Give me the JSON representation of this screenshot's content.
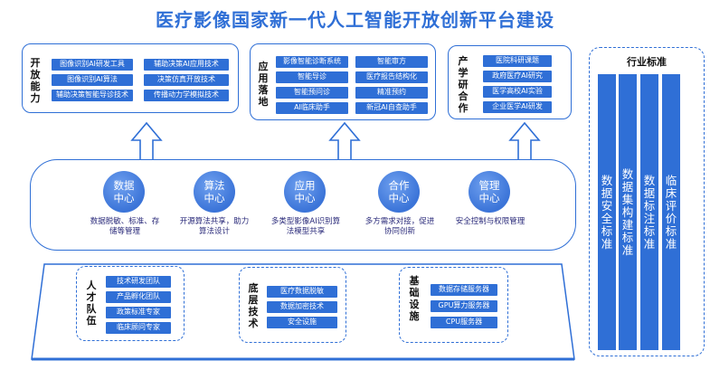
{
  "title": "医疗影像国家新一代人工智能开放创新平台建设",
  "top": {
    "open": {
      "label": "开放能力",
      "left_chips": [
        "图像识别AI研发工具",
        "图像识别AI算法",
        "辅助决策智能导诊技术"
      ],
      "right_chips": [
        "辅助决策AI应用技术",
        "决策仿真开放技术",
        "传播动力学模拟技术"
      ]
    },
    "app": {
      "label": "应用落地",
      "left_chips": [
        "影像智能诊断系统",
        "智能导诊",
        "智能预问诊",
        "AI临床助手"
      ],
      "right_chips": [
        "智能审方",
        "医疗报告结构化",
        "精准预约",
        "新冠AI自查助手"
      ]
    },
    "coop": {
      "label": "产学研合作",
      "chips": [
        "医院科研课题",
        "政府医疗AI研究",
        "医学高校AI实验",
        "企业医学AI研发"
      ]
    }
  },
  "centers": [
    {
      "line1": "数据",
      "line2": "中心",
      "caption1": "数据脱敏、标准、存",
      "caption2": "储等管理"
    },
    {
      "line1": "算法",
      "line2": "中心",
      "caption1": "开源算法共享，助力",
      "caption2": "算法设计"
    },
    {
      "line1": "应用",
      "line2": "中心",
      "caption1": "多类型影像AI识别算",
      "caption2": "法模型共享"
    },
    {
      "line1": "合作",
      "line2": "中心",
      "caption1": "多方需求对接，促进",
      "caption2": "协同创新"
    },
    {
      "line1": "管理",
      "line2": "中心",
      "caption1": "安全控制与权限管理",
      "caption2": ""
    }
  ],
  "bottom": {
    "talent": {
      "label": "人才队伍",
      "chips": [
        "技术研发团队",
        "产品孵化团队",
        "政策标准专家",
        "临床顾问专家"
      ]
    },
    "tech": {
      "label": "底层技术",
      "chips": [
        "医疗数据脱敏",
        "数据加密技术",
        "安全设施"
      ]
    },
    "infra": {
      "label": "基础设施",
      "chips": [
        "数据存储服务器",
        "GPU算力服务器",
        "CPU服务器"
      ]
    }
  },
  "industry": {
    "title": "行业标准",
    "columns": [
      "数据安全标准",
      "数据集构建标准",
      "数据标注标准",
      "临床评价标准"
    ]
  },
  "colors": {
    "primary": "#2f6fd6",
    "circle": "#3b74d8",
    "text_dark": "#111111"
  }
}
